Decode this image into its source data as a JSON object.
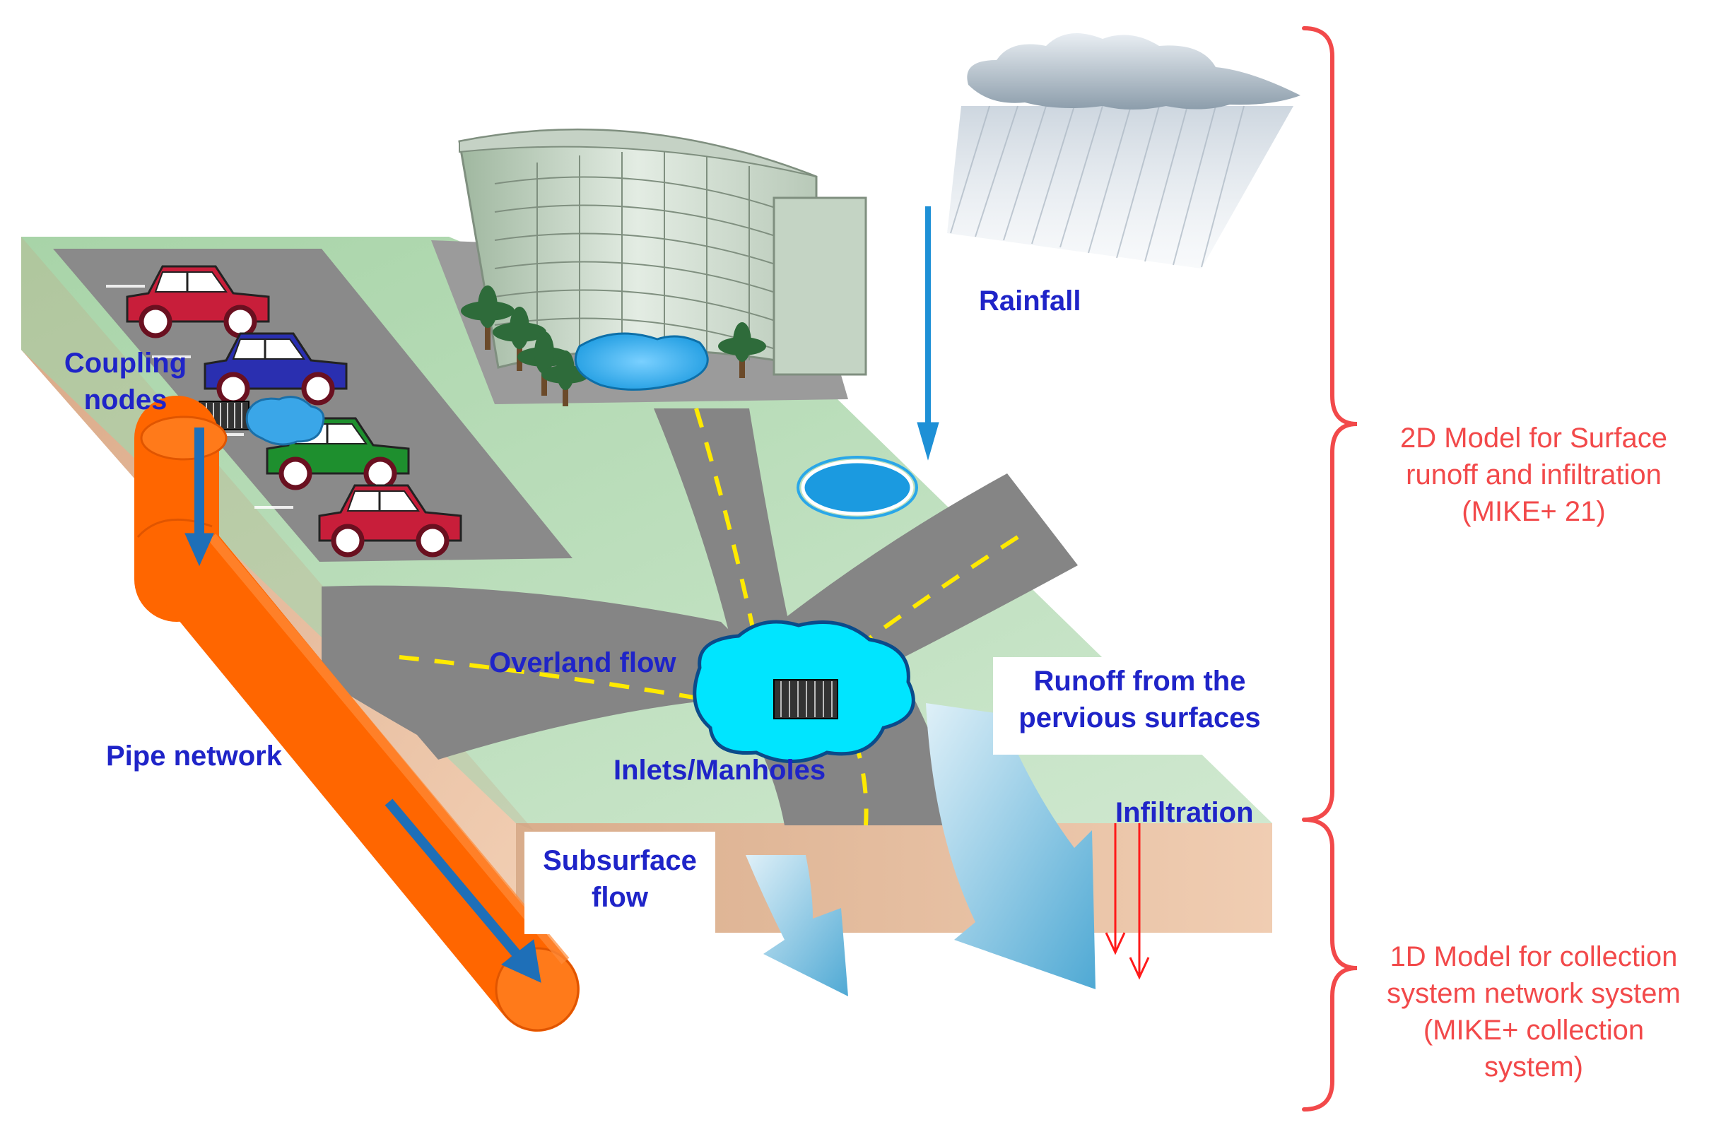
{
  "labels": {
    "rainfall": "Rainfall",
    "coupling_nodes_line1": "Coupling",
    "coupling_nodes_line2": "nodes",
    "overland_flow": "Overland flow",
    "pipe_network": "Pipe network",
    "inlets_manholes": "Inlets/Manholes",
    "runoff_line1": "Runoff from the",
    "runoff_line2": "pervious surfaces",
    "infiltration": "Infiltration",
    "subsurface_line1": "Subsurface",
    "subsurface_line2": "flow"
  },
  "models": {
    "surface_line1": "2D Model for Surface",
    "surface_line2": "runoff and infiltration",
    "surface_line3": "(MIKE+ 21)",
    "collection_line1": "1D Model for collection",
    "collection_line2": "system network system",
    "collection_line3": "(MIKE+ collection",
    "collection_line4": "system)"
  },
  "colors": {
    "label_blue": "#1f24c8",
    "model_red": "#f2494a",
    "ground_green": "#b5d9b5",
    "soil": "#e8bfa0",
    "asphalt": "#858585",
    "pipe_orange": "#ff6600",
    "water_blue": "#1e90d6"
  }
}
